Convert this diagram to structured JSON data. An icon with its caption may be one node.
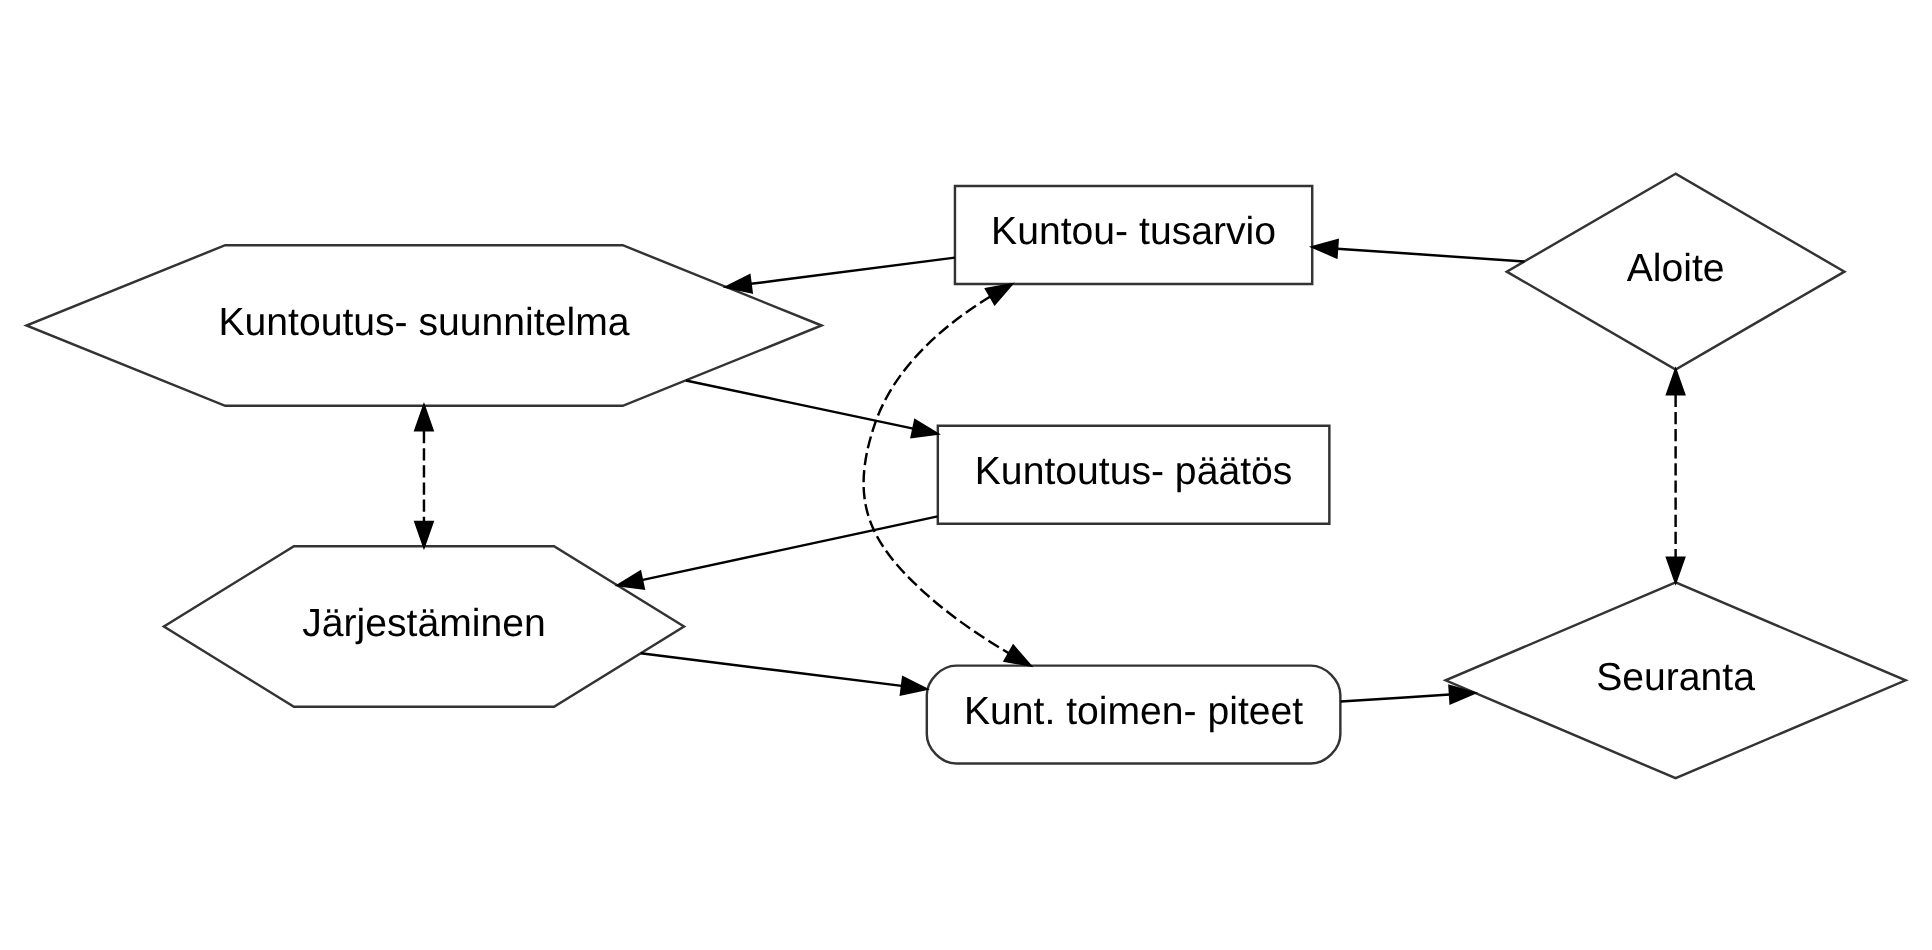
{
  "diagram": {
    "nodes": [
      {
        "text": [
          "Kuntoutus- suunnitelma"
        ]
      },
      {
        "text": [
          "Kuntou- tusarvio"
        ]
      },
      {
        "text": [
          "Aloite"
        ]
      },
      {
        "text": [
          "Kuntoutus- päätös"
        ]
      },
      {
        "text": [
          "Järjestäminen"
        ]
      },
      {
        "text": [
          "Kunt. toimen- piteet"
        ]
      },
      {
        "text": [
          "Seuranta"
        ]
      }
    ],
    "edges": [
      {
        "from": 2,
        "to": 1,
        "arrow": "to"
      },
      {
        "from": 1,
        "to": 0,
        "arrow": "to"
      },
      {
        "from": 0,
        "to": 3,
        "arrow": "to"
      },
      {
        "from": 3,
        "to": 4,
        "arrow": "to"
      },
      {
        "from": 4,
        "to": 5,
        "arrow": "to"
      },
      {
        "from": 5,
        "to": 6,
        "arrow": "to"
      },
      {
        "from": 0,
        "to": 4,
        "arrow": "both",
        "style": "dashed"
      },
      {
        "from": 1,
        "to": 5,
        "arrow": "both",
        "style": "dashed"
      },
      {
        "from": 2,
        "to": 6,
        "arrow": "both",
        "style": "dashed"
      }
    ]
  }
}
